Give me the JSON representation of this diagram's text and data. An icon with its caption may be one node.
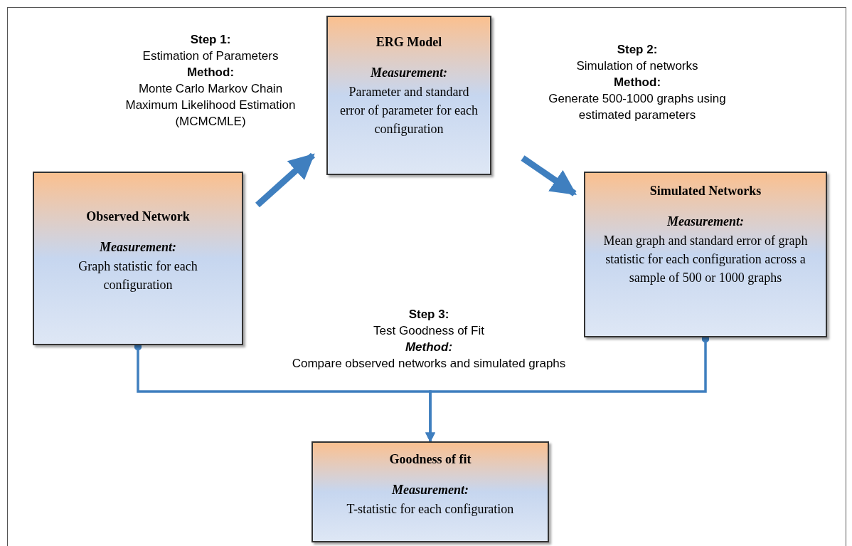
{
  "diagram": {
    "nodes": [
      {
        "text": [
          "ERG Model",
          "Measurement:",
          "Parameter and standard error of parameter for each configuration"
        ]
      },
      {
        "text": [
          "Observed Network",
          "Measurement:",
          "Graph statistic for each configuration"
        ]
      },
      {
        "text": [
          "Simulated Networks",
          "Measurement:",
          "Mean graph and standard error of graph statistic for each configuration across a sample of 500 or 1000 graphs"
        ]
      },
      {
        "text": [
          "Goodness of fit",
          "Measurement:",
          "T-statistic for each configuration"
        ]
      }
    ],
    "edges": [
      {
        "from": 1,
        "to": 0,
        "arrow": "to",
        "style": "thick"
      },
      {
        "from": 0,
        "to": 2,
        "arrow": "to",
        "style": "thick"
      },
      {
        "from": 1,
        "to": 3,
        "arrow": "to"
      },
      {
        "from": 2,
        "to": 3,
        "arrow": "to"
      }
    ],
    "labels": [
      "Step 1:",
      "Estimation of Parameters",
      "Method:",
      "Monte Carlo Markov Chain Maximum Likelihood Estimation (MCMCMLE)",
      "Step 2:",
      "Simulation of networks",
      "Method:",
      "Generate 500-1000 graphs using estimated parameters",
      "Step 3:",
      "Test Goodness of Fit",
      "Method:",
      "Compare observed networks and simulated graphs"
    ]
  }
}
